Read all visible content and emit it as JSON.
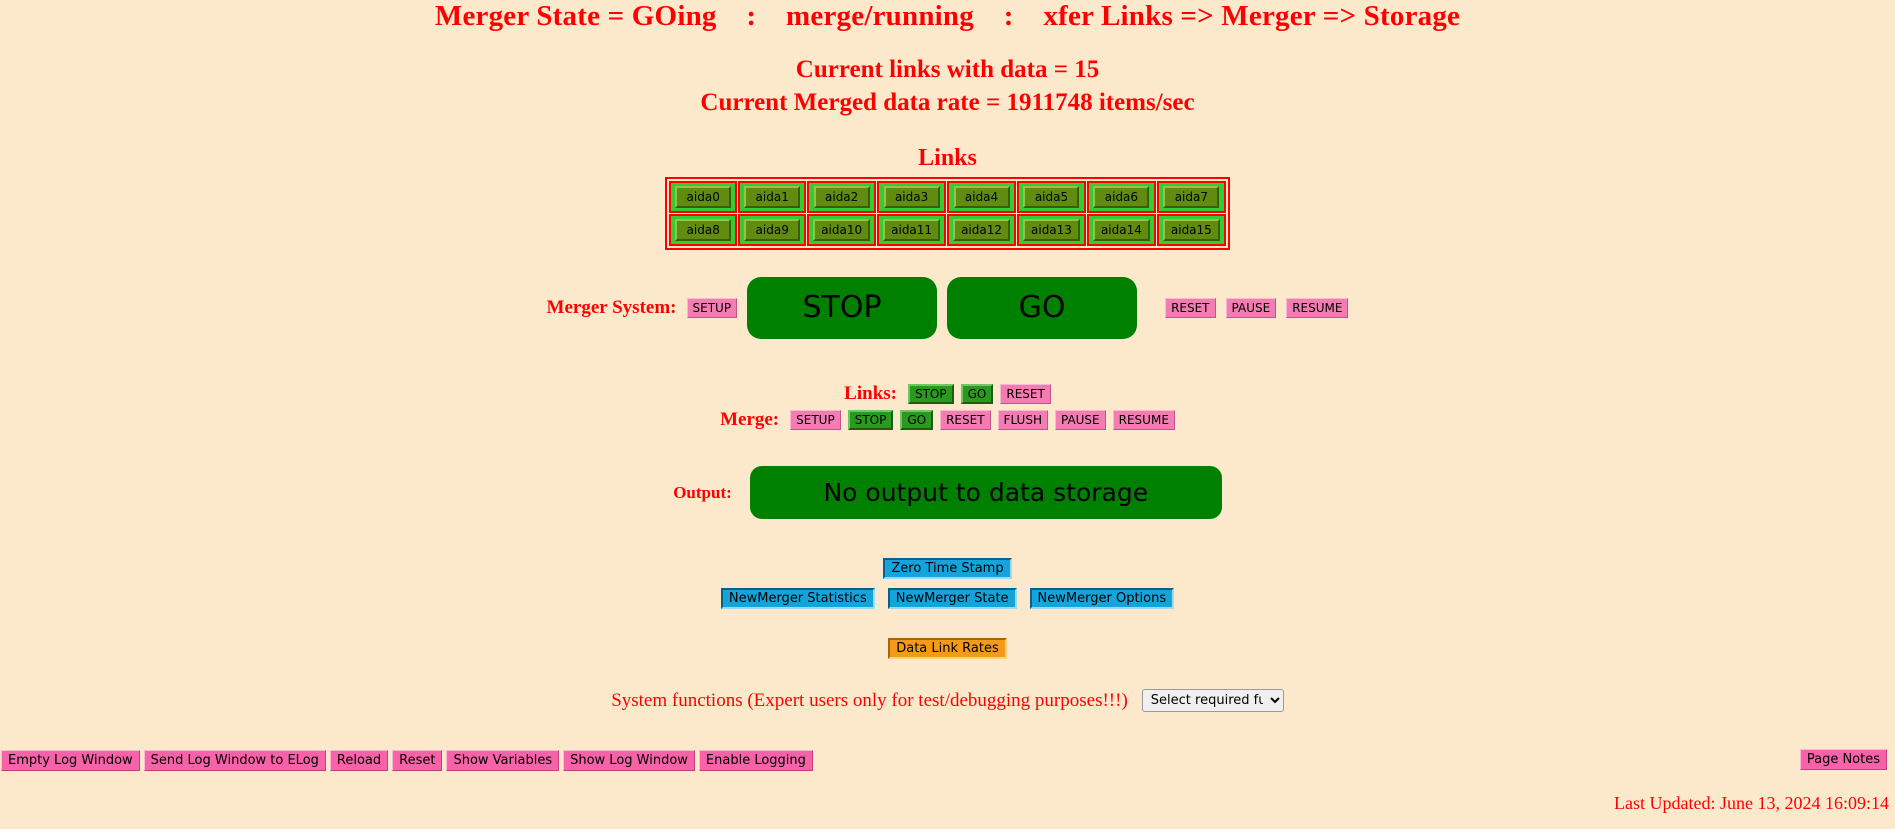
{
  "header": {
    "main_title": "Merger State = GOing    :    merge/running    :    xfer Links => Merger => Storage",
    "links_with_data": "Current links with data = 15",
    "merged_rate": "Current Merged data rate = 1911748 items/sec"
  },
  "links_section": {
    "heading": "Links",
    "row1": [
      "aida0",
      "aida1",
      "aida2",
      "aida3",
      "aida4",
      "aida5",
      "aida6",
      "aida7"
    ],
    "row2": [
      "aida8",
      "aida9",
      "aida10",
      "aida11",
      "aida12",
      "aida13",
      "aida14",
      "aida15"
    ]
  },
  "merger_system": {
    "label": "Merger System:",
    "setup": "SETUP",
    "stop": "STOP",
    "go": "GO",
    "reset": "RESET",
    "pause": "PAUSE",
    "resume": "RESUME"
  },
  "links_controls": {
    "label": "Links:",
    "stop": "STOP",
    "go": "GO",
    "reset": "RESET"
  },
  "merge_controls": {
    "label": "Merge:",
    "setup": "SETUP",
    "stop": "STOP",
    "go": "GO",
    "reset": "RESET",
    "flush": "FLUSH",
    "pause": "PAUSE",
    "resume": "RESUME"
  },
  "output": {
    "label": "Output:",
    "status": "No output to data storage"
  },
  "tools": {
    "zero_time_stamp": "Zero Time Stamp",
    "newmerger_statistics": "NewMerger Statistics",
    "newmerger_state": "NewMerger State",
    "newmerger_options": "NewMerger Options",
    "data_link_rates": "Data Link Rates"
  },
  "system_functions": {
    "label": "System functions (Expert users only for test/debugging purposes!!!)",
    "select_value": "Select required function"
  },
  "bottom_bar": {
    "empty_log_window": "Empty Log Window",
    "send_log_to_elog": "Send Log Window to ELog",
    "reload": "Reload",
    "reset": "Reset",
    "show_variables": "Show Variables",
    "show_log_window": "Show Log Window",
    "enable_logging": "Enable Logging",
    "page_notes": "Page Notes"
  },
  "footer": {
    "last_updated": "Last Updated: June 13, 2024 16:09:14"
  },
  "colors": {
    "page_background": "#fce9cc",
    "heading_red": "#ff0000",
    "link_cell_green": "#33cc33",
    "link_button_green": "#608c10",
    "big_button_green": "#008000",
    "pink": "#f37cb3",
    "hot_pink": "#f762a8",
    "cyan": "#15a3db",
    "orange": "#f49a18"
  }
}
